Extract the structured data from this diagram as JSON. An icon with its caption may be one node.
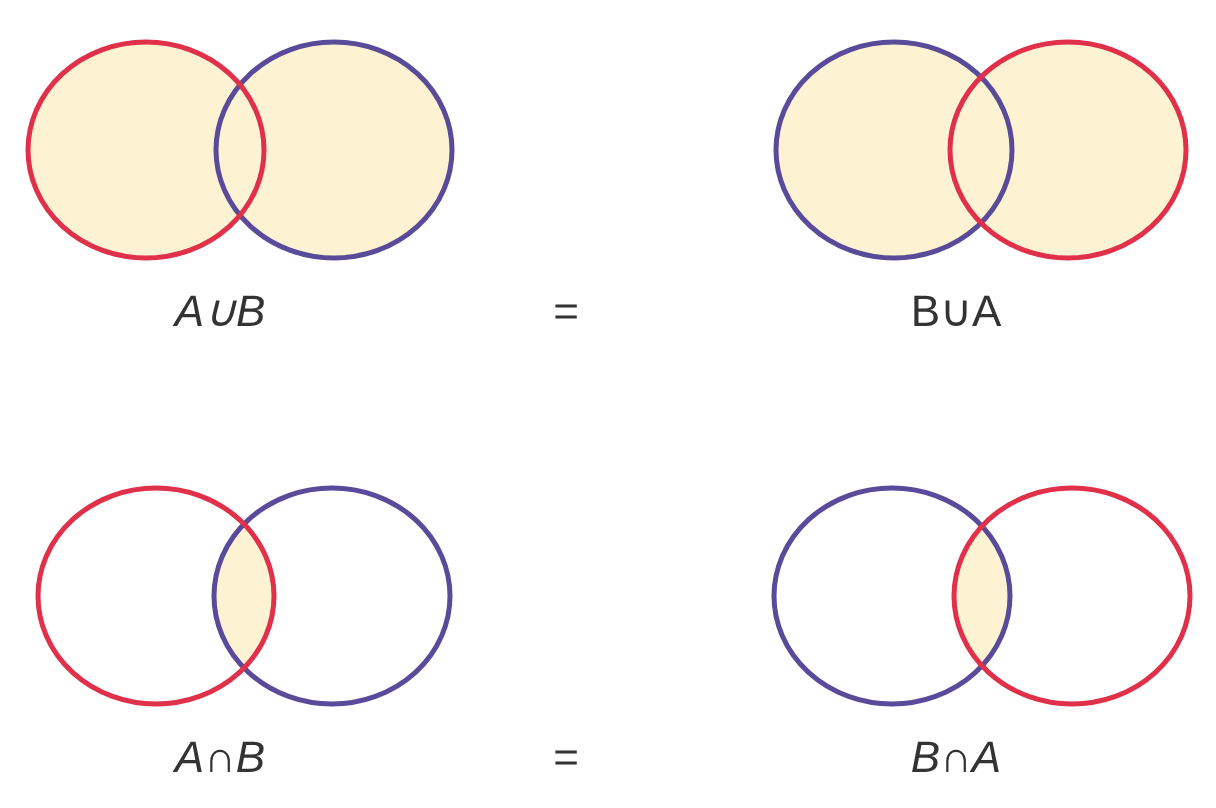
{
  "diagram": {
    "labels": [
      "A∪B",
      "=",
      "B∪A",
      "A∩B",
      "=",
      "B∩A"
    ]
  }
}
